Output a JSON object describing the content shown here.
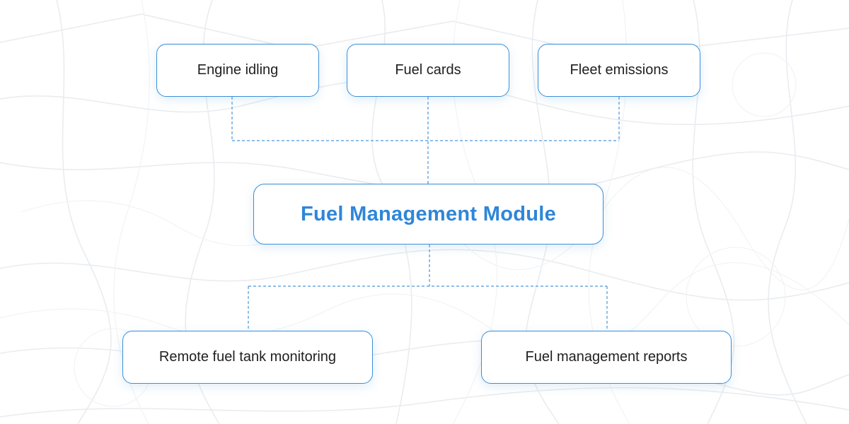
{
  "diagram": {
    "center": {
      "label": "Fuel Management Module"
    },
    "top_nodes": [
      {
        "label": "Engine idling"
      },
      {
        "label": "Fuel cards"
      },
      {
        "label": "Fleet emissions"
      }
    ],
    "bottom_nodes": [
      {
        "label": "Remote fuel tank monitoring"
      },
      {
        "label": "Fuel management reports"
      }
    ],
    "colors": {
      "accent": "#2e86d8",
      "border": "#3b8fd6",
      "text": "#1f1f1f",
      "connector": "#4a97d9",
      "background_map": "#e9ecef"
    }
  }
}
